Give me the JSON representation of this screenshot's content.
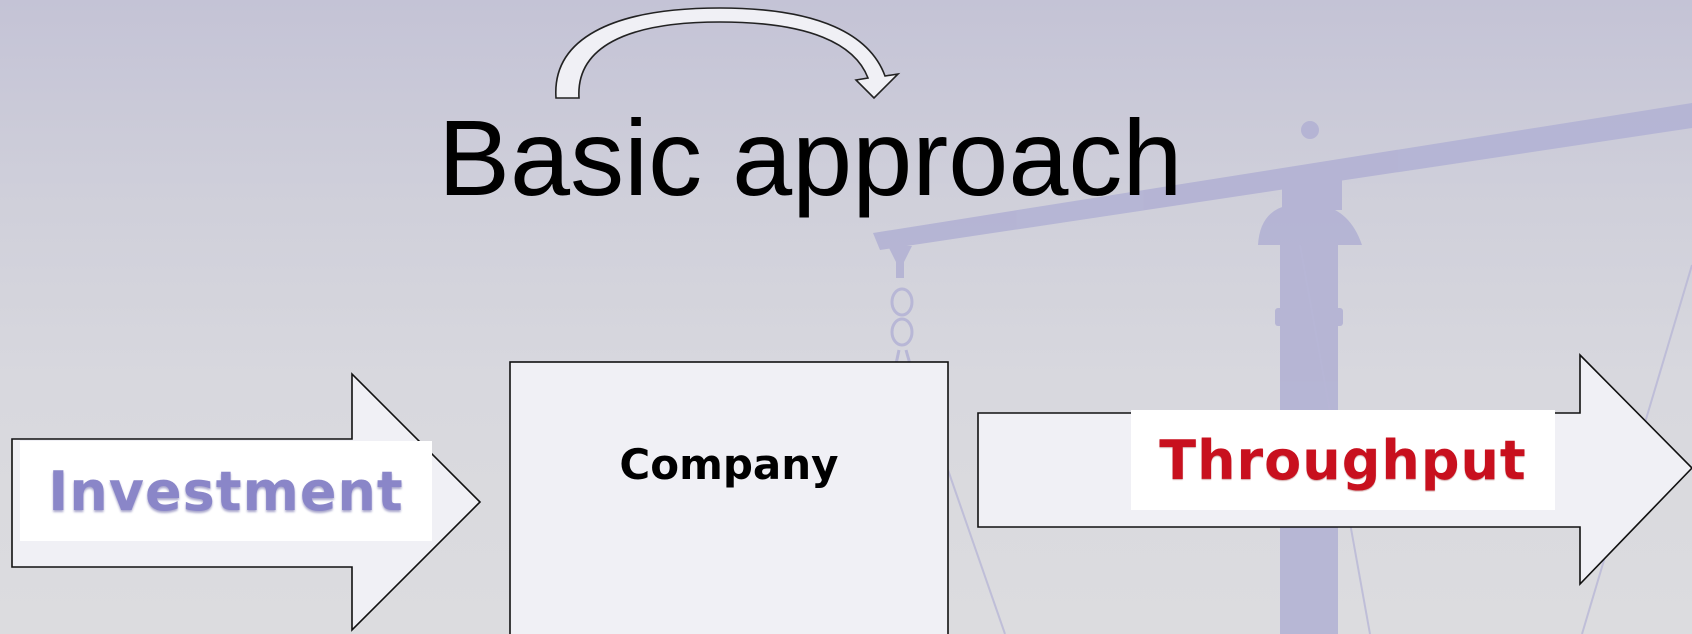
{
  "slide": {
    "title": "Basic approach"
  },
  "diagram": {
    "input_label": "Investment",
    "process_label": "Company",
    "output_label": "Throughput"
  },
  "colors": {
    "investment_text": "#8a86c8",
    "throughput_text": "#c8101e",
    "shape_fill": "#f0f0f5",
    "background": "#d0d0da"
  },
  "icons": {
    "decoration": "balance-scale-icon",
    "arrow": "curved-arrow-icon"
  }
}
